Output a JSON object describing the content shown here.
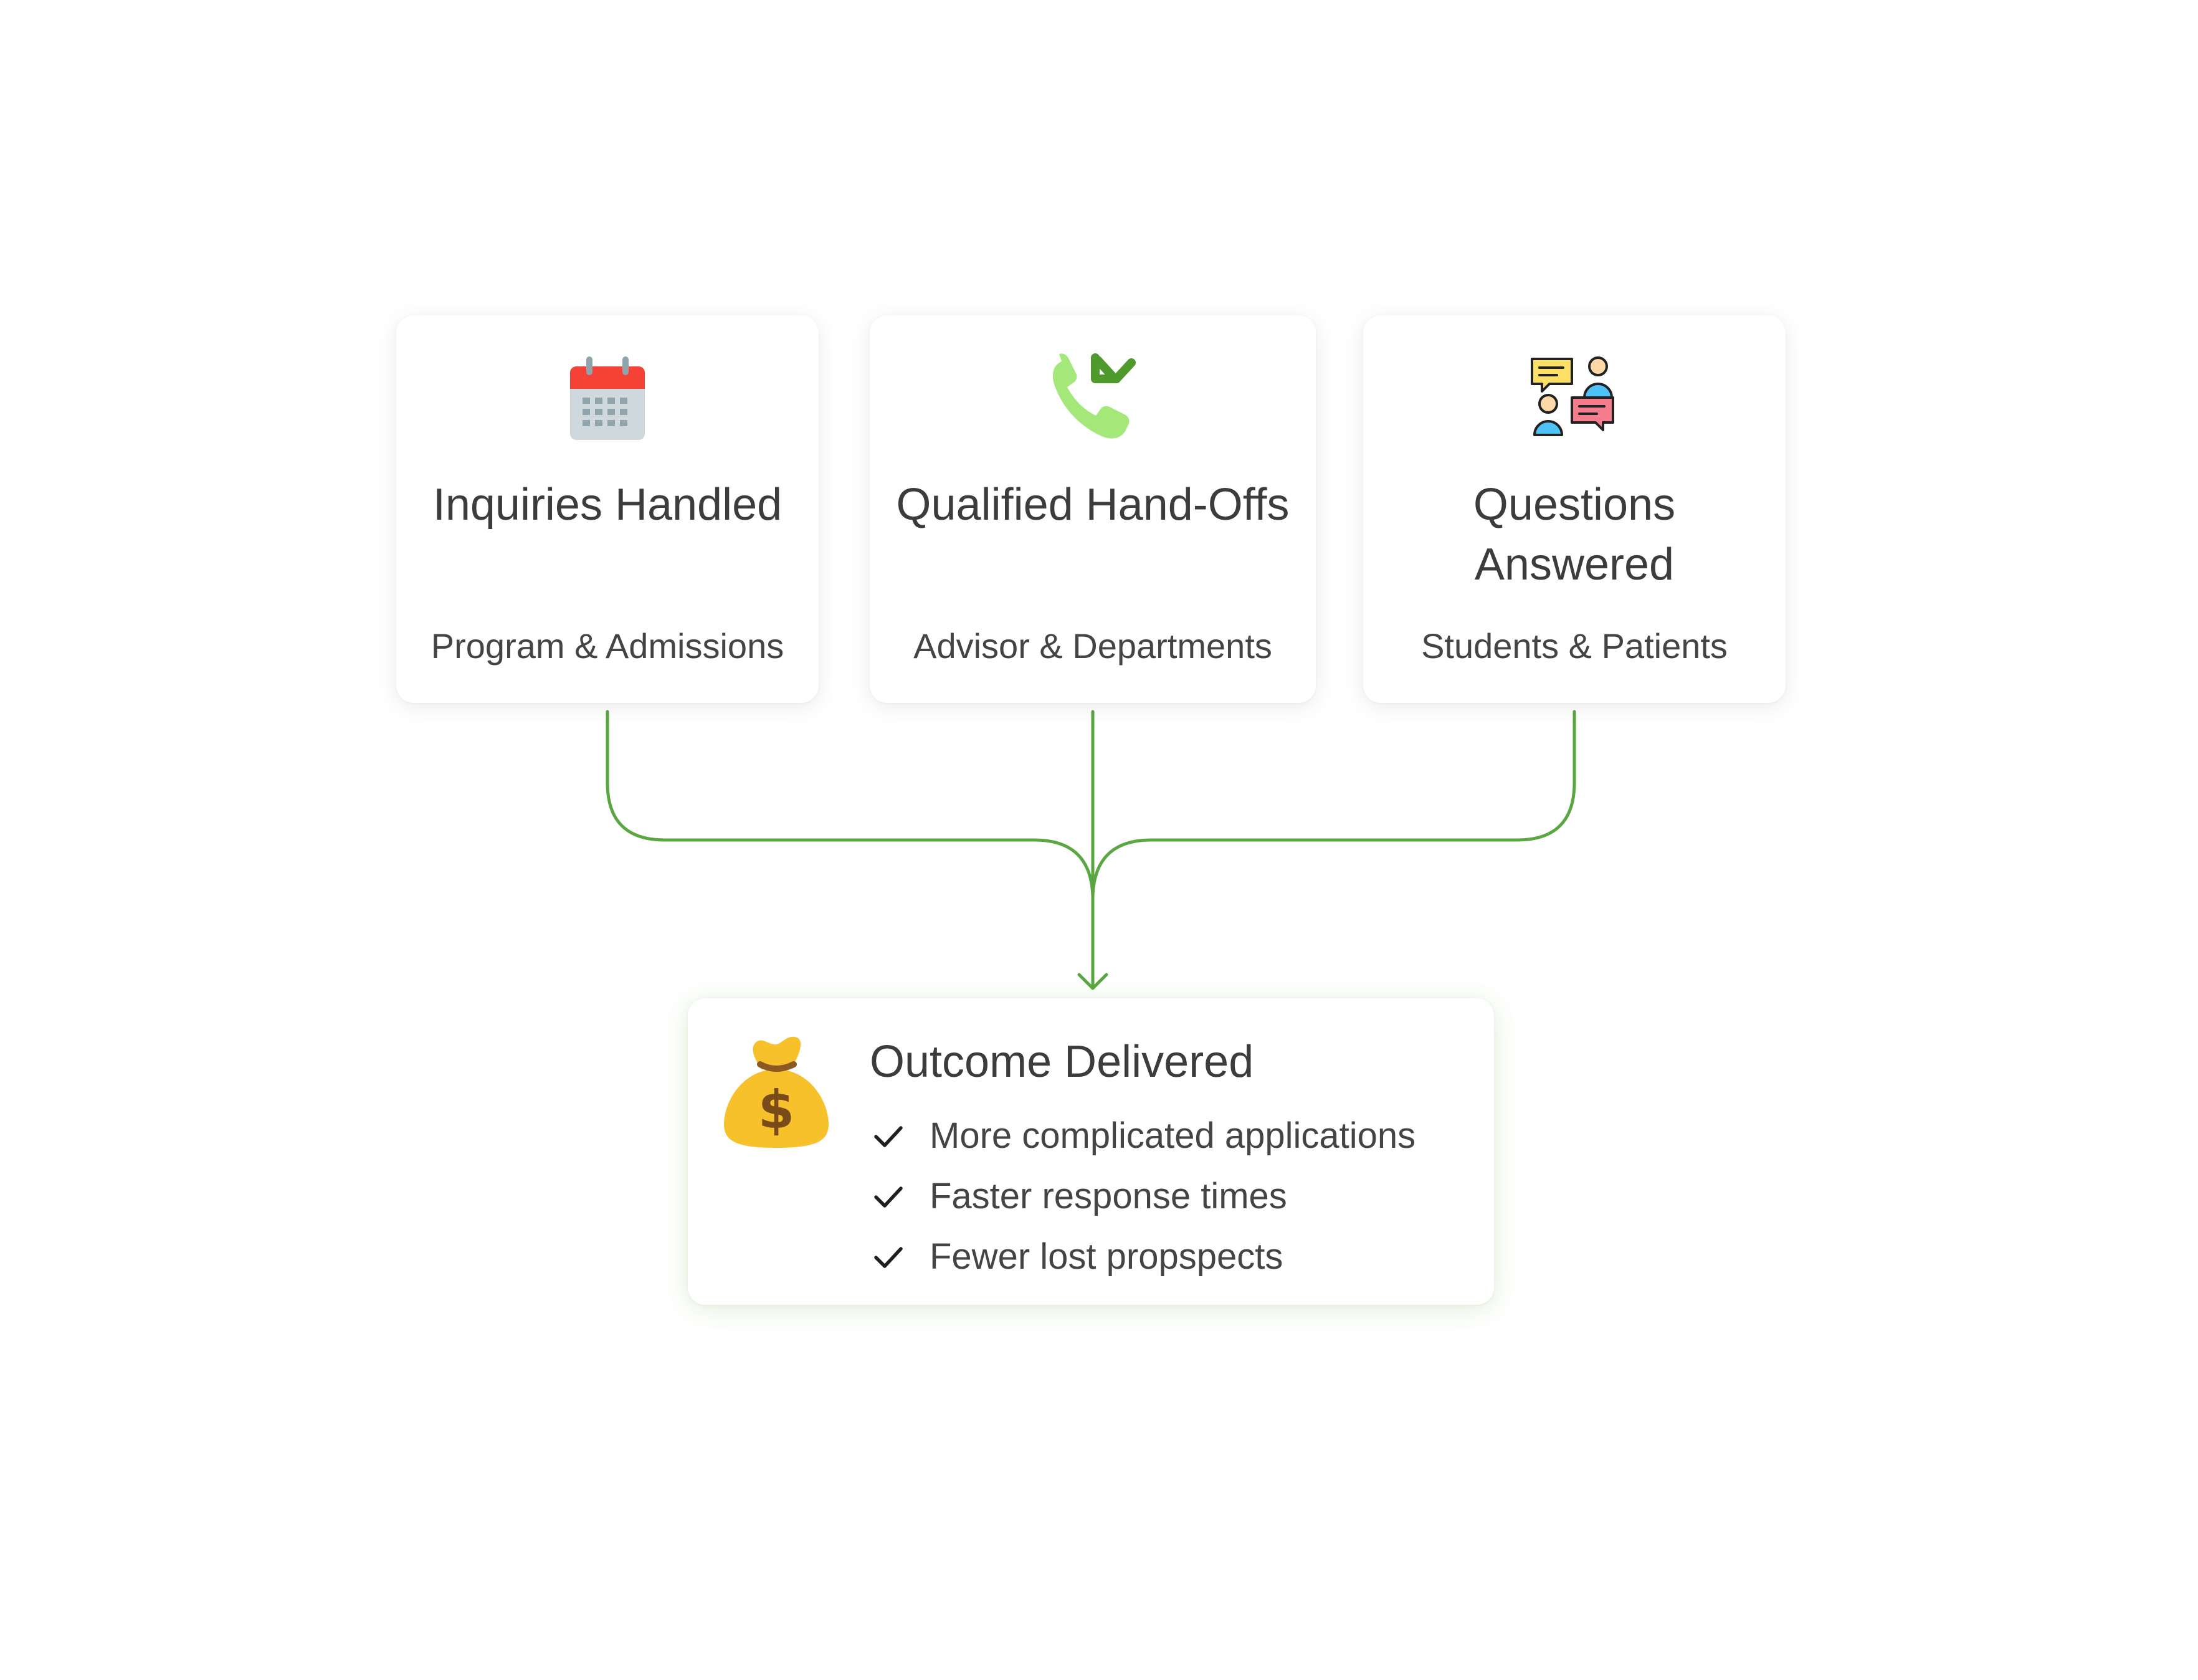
{
  "cards": [
    {
      "title": "Inquiries Handled",
      "subtitle": "Program & Admissions",
      "icon": "calendar-icon"
    },
    {
      "title": "Qualified Hand-Offs",
      "subtitle": "Advisor & Departments",
      "icon": "phone-callback-icon"
    },
    {
      "title": "Questions Answered",
      "subtitle": "Students & Patients",
      "icon": "conversation-icon"
    }
  ],
  "outcome": {
    "title": "Outcome Delivered",
    "icon": "money-bag-icon",
    "items": [
      "More complicated applications",
      "Faster response times",
      "Fewer lost propspects"
    ]
  },
  "colors": {
    "connector": "#5aa641",
    "text": "#3c3c3c",
    "card_background": "#ffffff"
  }
}
